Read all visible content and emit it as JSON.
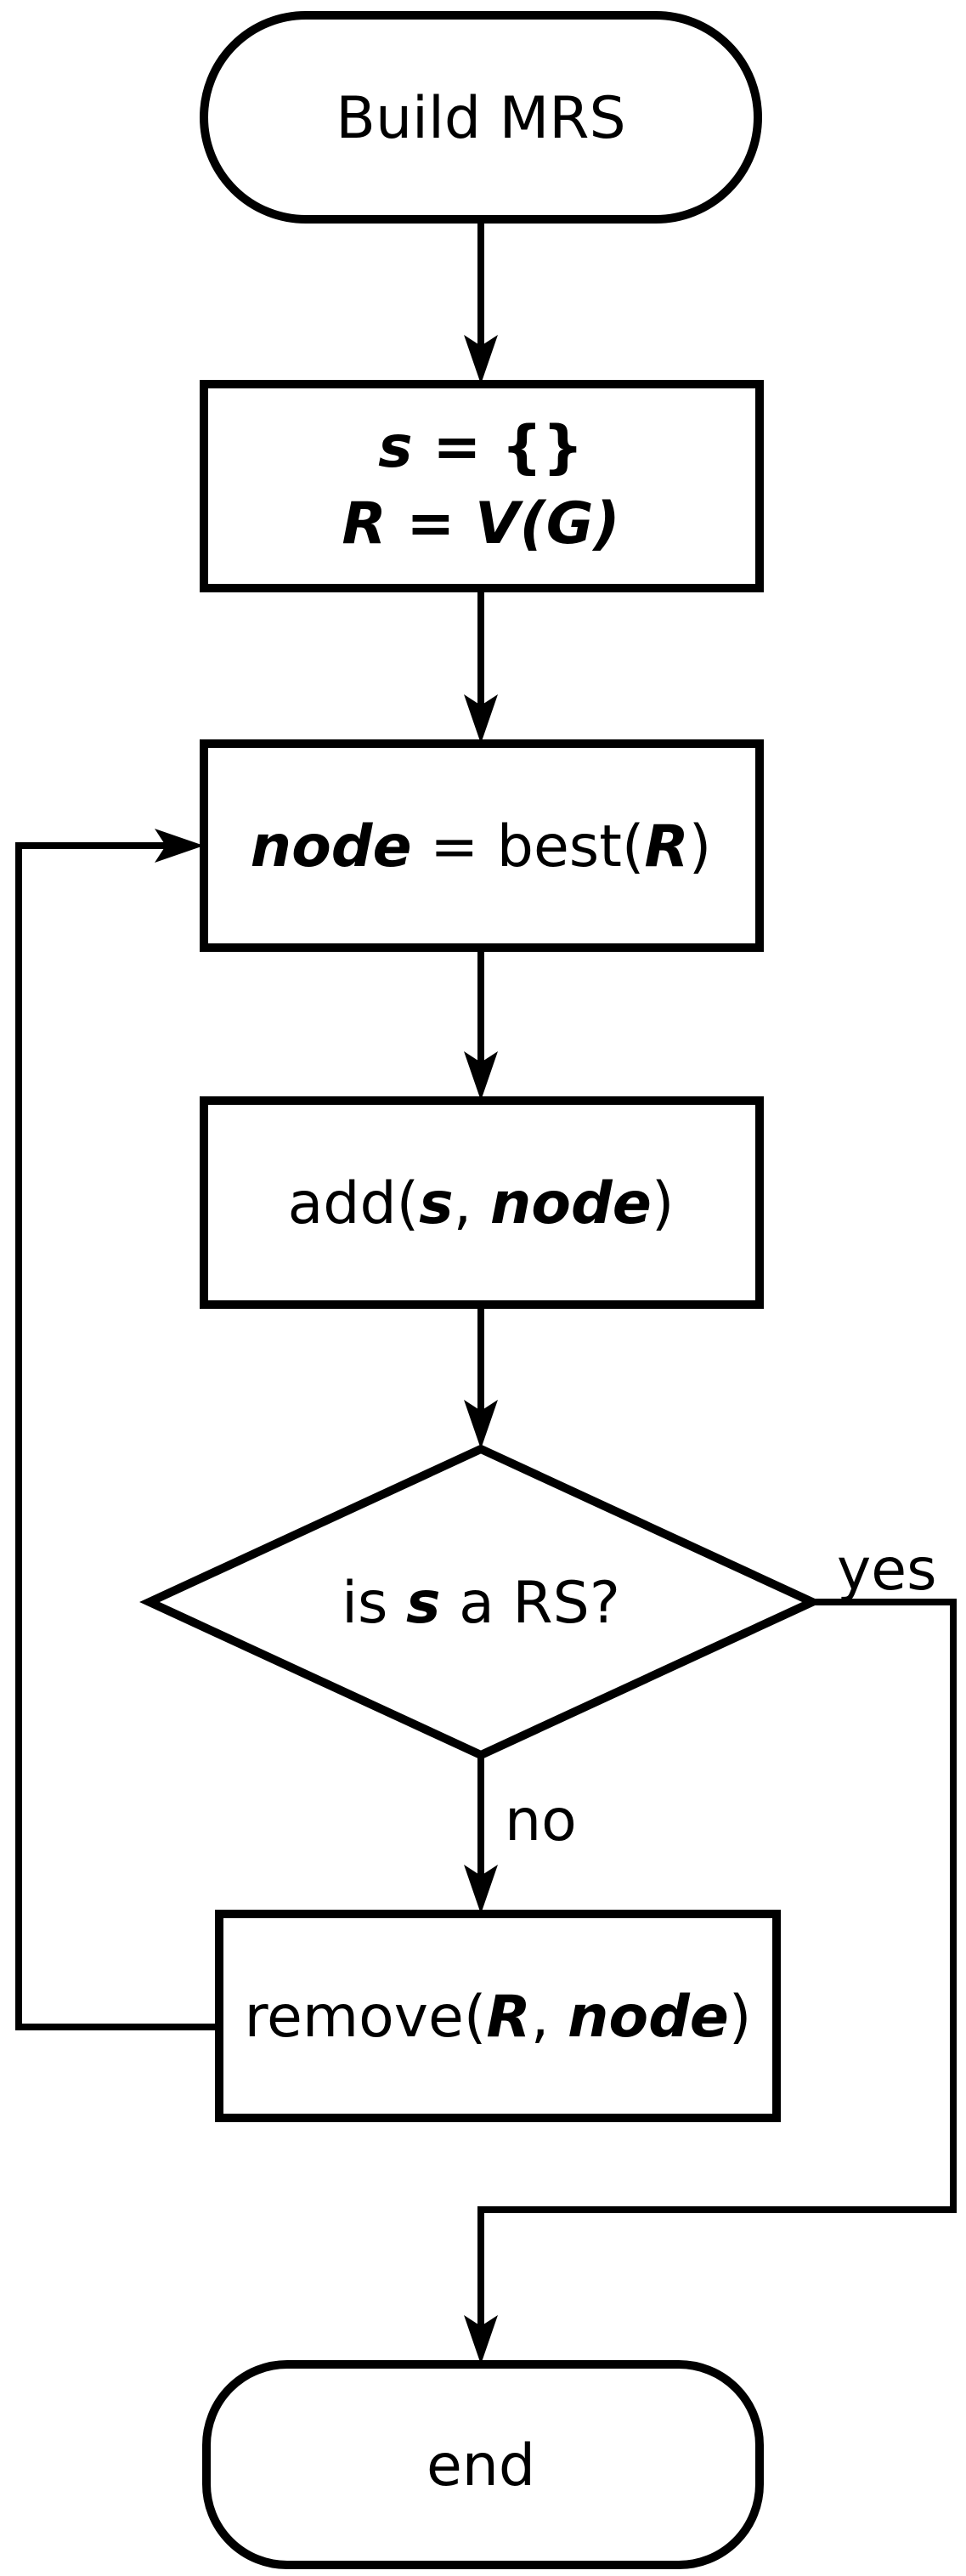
{
  "page": {
    "background": "#ffffff",
    "ink": "#000000",
    "kind": "flowchart"
  },
  "nodes": {
    "start": {
      "label": "Build MRS"
    },
    "init": {
      "line1": {
        "lhs": "s",
        "rest": " = {}"
      },
      "line2": {
        "lhs": "R",
        "eq": " = ",
        "rhs": "V(G)"
      }
    },
    "best": {
      "lhs": "node",
      "mid": " = best(",
      "arg": "R",
      "close": ")"
    },
    "add": {
      "fn": "add(",
      "arg1": "s",
      "sep": ", ",
      "arg2": "node",
      "close": ")"
    },
    "decision": {
      "pre": "is ",
      "var": "s",
      "post": " a RS?"
    },
    "remove": {
      "fn": "remove(",
      "arg1": "R",
      "sep": ", ",
      "arg2": "node",
      "close": ")"
    },
    "end": {
      "label": "end"
    }
  },
  "edges": {
    "yes_label": "yes",
    "no_label": "no"
  }
}
